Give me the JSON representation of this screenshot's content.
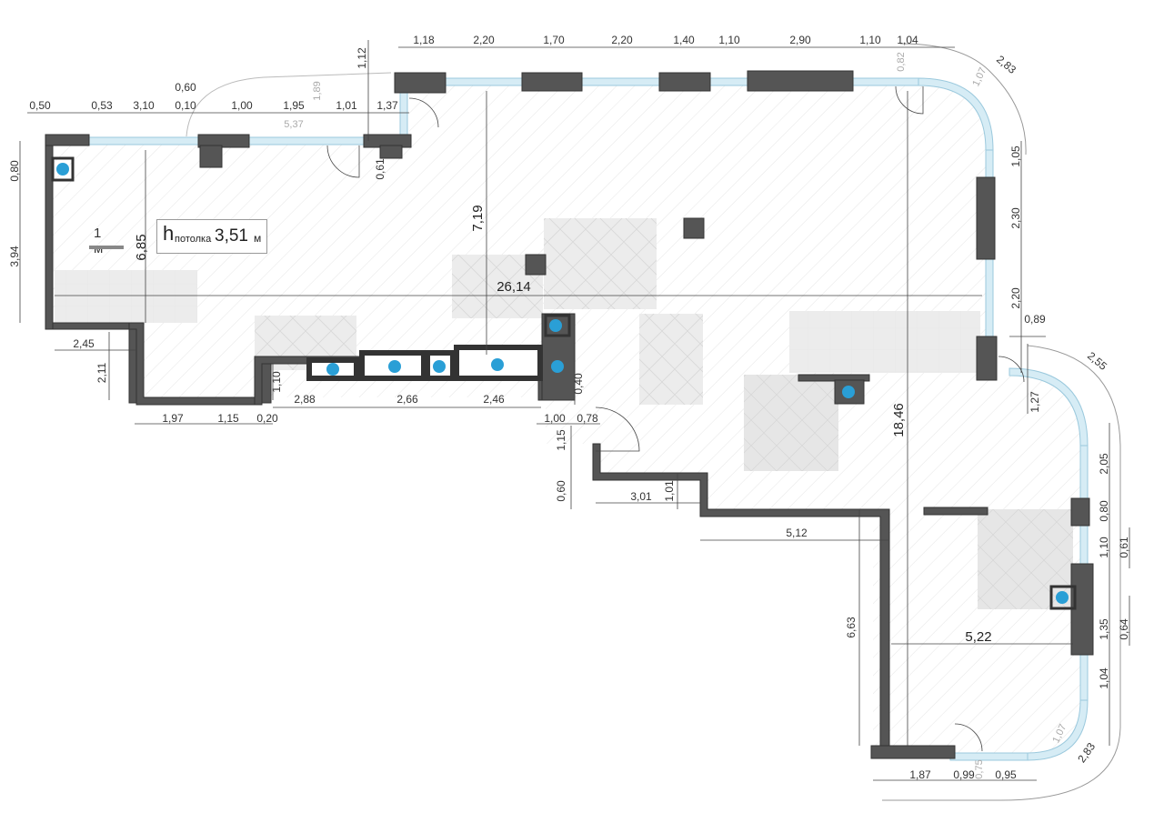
{
  "ceiling": {
    "label": "h",
    "sub": "потолка",
    "value": "3,51",
    "unit": "м"
  },
  "scale": {
    "label": "1 м"
  },
  "dims": {
    "top_right": [
      "1,18",
      "2,20",
      "1,70",
      "2,20",
      "1,40",
      "1,10",
      "2,90",
      "1,10",
      "1,04"
    ],
    "top_left": [
      "0,50",
      "0,53",
      "3,10",
      "0,10",
      "1,00",
      "1,95",
      "1,01",
      "1,37"
    ],
    "d_060": "0,60",
    "d_112": "1,12",
    "d_189": "1,89",
    "d_537": "5,37",
    "d_082": "0,82",
    "d_107a": "1,07",
    "d_283a": "2,83",
    "d_080l": "0,80",
    "d_061": "0,61",
    "d_394": "3,94",
    "d_685": "6,85",
    "d_719": "7,19",
    "d_2614": "26,14",
    "d_105": "1,05",
    "d_230": "2,30",
    "d_220r": "2,20",
    "d_089": "0,89",
    "d_255": "2,55",
    "d_127": "1,27",
    "d_245": "2,45",
    "d_211": "2,11",
    "d_110a": "1,10",
    "d_288": "2,88",
    "d_266": "2,66",
    "d_246": "2,46",
    "d_040": "0,40",
    "d_197": "1,97",
    "d_115a": "1,15",
    "d_020": "0,20",
    "d_100": "1,00",
    "d_078": "0,78",
    "d_115b": "1,15",
    "d_060b": "0,60",
    "d_301": "3,01",
    "d_101": "1,01",
    "d_1846": "18,46",
    "d_205": "2,05",
    "d_080r": "0,80",
    "d_512": "5,12",
    "d_110r": "1,10",
    "d_061r": "0,61",
    "d_663": "6,63",
    "d_522": "5,22",
    "d_135": "1,35",
    "d_064": "0,64",
    "d_104": "1,04",
    "d_107b": "1,07",
    "d_283b": "2,83",
    "d_075": "0,75",
    "d_187": "1,87",
    "d_099": "0,99",
    "d_095": "0,95"
  }
}
